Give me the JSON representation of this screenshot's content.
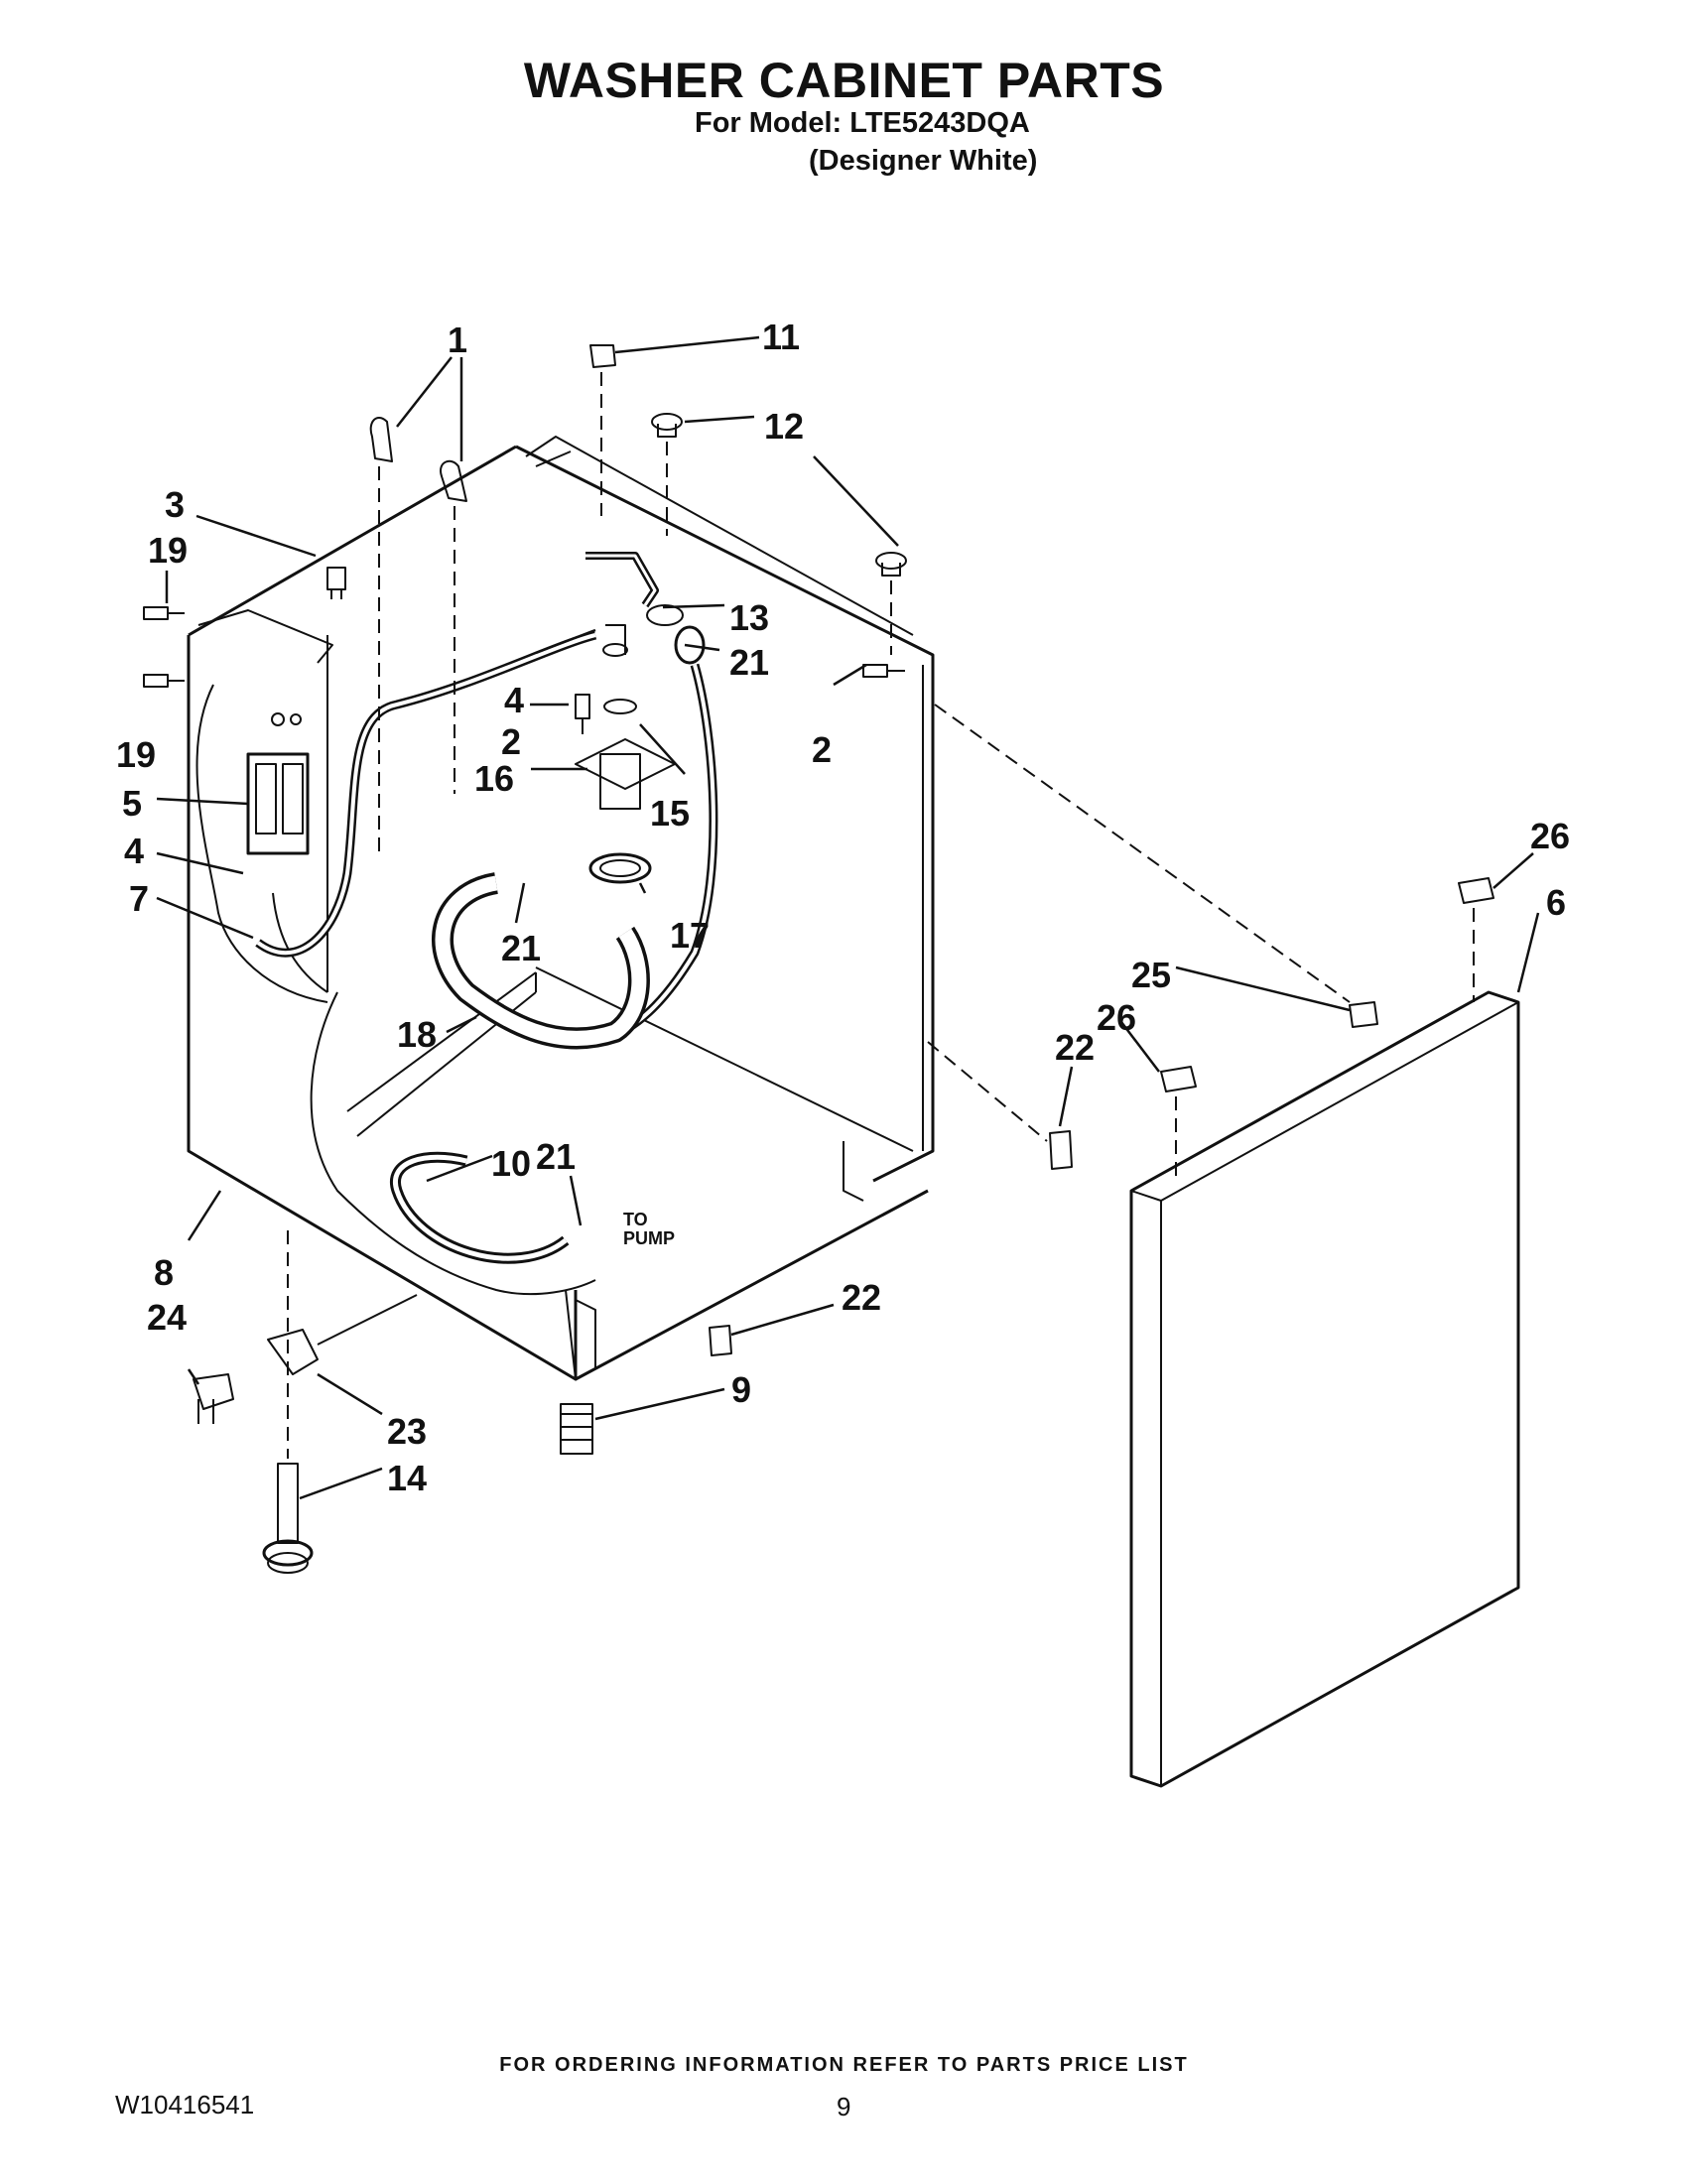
{
  "header": {
    "title": "WASHER CABINET PARTS",
    "model": "For Model: LTE5243DQA",
    "variant": "(Designer White)"
  },
  "labels": {
    "to_pump_1": "TO",
    "to_pump_2": "PUMP"
  },
  "callouts": [
    "1",
    "11",
    "12",
    "3",
    "19",
    "13",
    "21",
    "4",
    "2",
    "19",
    "16",
    "15",
    "2",
    "5",
    "4",
    "26",
    "7",
    "21",
    "17",
    "6",
    "25",
    "26",
    "18",
    "22",
    "10",
    "21",
    "8",
    "24",
    "22",
    "9",
    "23",
    "14"
  ],
  "footer": {
    "ordering": "FOR ORDERING INFORMATION REFER TO PARTS PRICE LIST",
    "doc_number": "W10416541",
    "page_number": "9"
  }
}
